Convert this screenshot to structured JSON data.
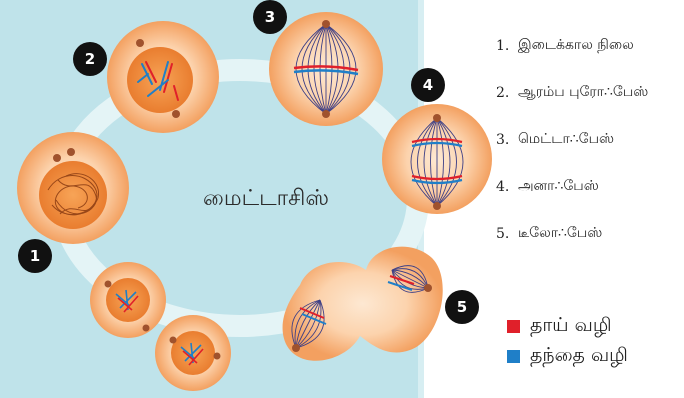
{
  "title": "மைட்டாசிஸ்",
  "stage_numbers": [
    "1",
    "2",
    "3",
    "4",
    "5"
  ],
  "stages": [
    {
      "number": "1.",
      "name": "இடைக்கால நிலை"
    },
    {
      "number": "2.",
      "name": "ஆரம்ப புரோ∴பேஸ்"
    },
    {
      "number": "3.",
      "name": "மெட்டா∴பேஸ்"
    },
    {
      "number": "4.",
      "name": "அனா∴பேஸ்"
    },
    {
      "number": "5.",
      "name": "டீலோ∴பேஸ்"
    }
  ],
  "legend": [
    {
      "label": "தாய் வழி",
      "color": "#e0202a"
    },
    {
      "label": "தந்தை வழி",
      "color": "#1f7fc8"
    }
  ],
  "colors": {
    "panel": "#bfe3ea",
    "ring": "#e3f3f5",
    "cell_light": "#fde2c8",
    "cell_dark": "#f4a162",
    "nucleus": "#f08c3c",
    "spindle": "#3d3f86"
  }
}
